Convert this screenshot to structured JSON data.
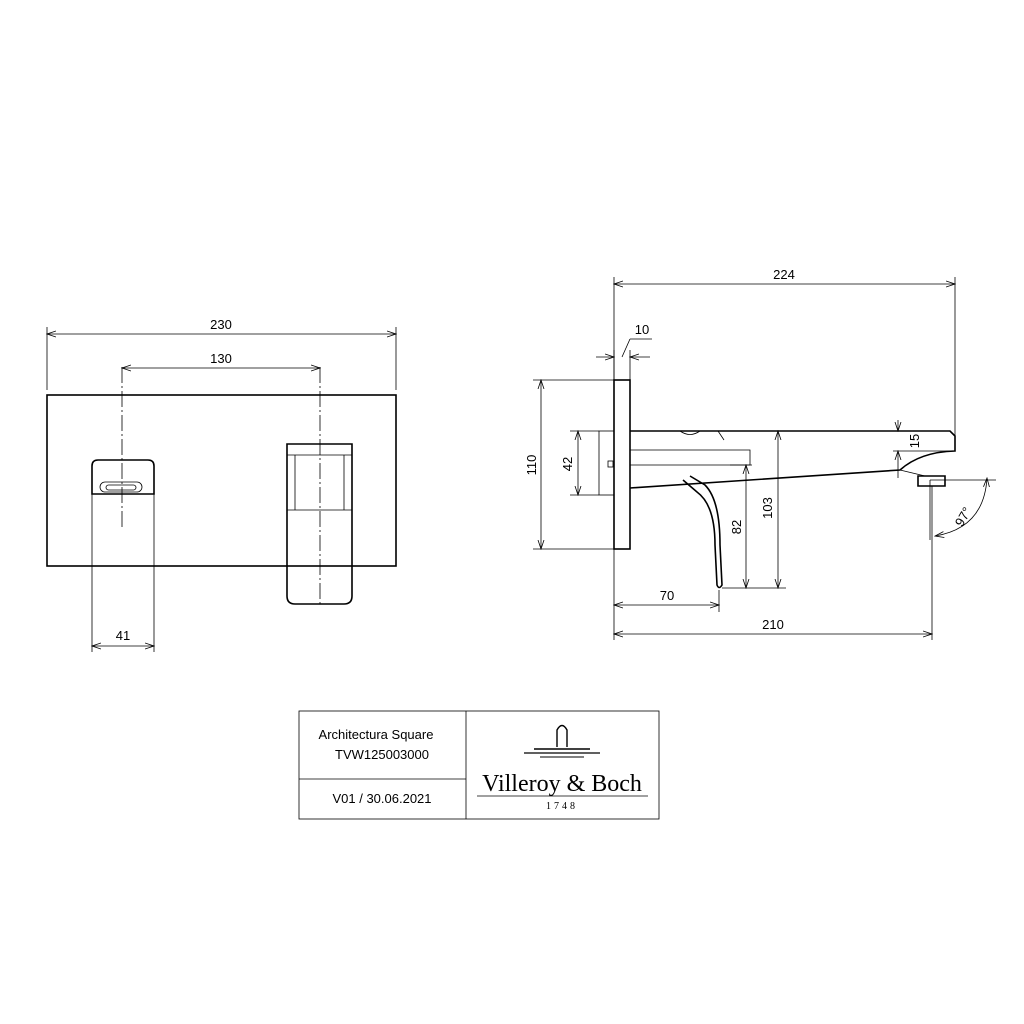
{
  "front_view": {
    "dim_total_width": "230",
    "dim_center_distance": "130",
    "dim_handle_width": "41"
  },
  "side_view": {
    "dim_total_depth": "224",
    "dim_plate_thickness": "10",
    "dim_plate_height": "110",
    "dim_body_height": "42",
    "dim_spout_tip": "15",
    "dim_handle_height": "82",
    "dim_spout_height": "103",
    "dim_handle_depth": "70",
    "dim_spout_reach": "210",
    "dim_angle": "97°"
  },
  "title_block": {
    "product_name": "Architectura Square",
    "product_code": "TVW125003000",
    "version": "V01 / 30.06.2021",
    "brand_name": "Villeroy & Boch",
    "brand_year": "1748"
  }
}
